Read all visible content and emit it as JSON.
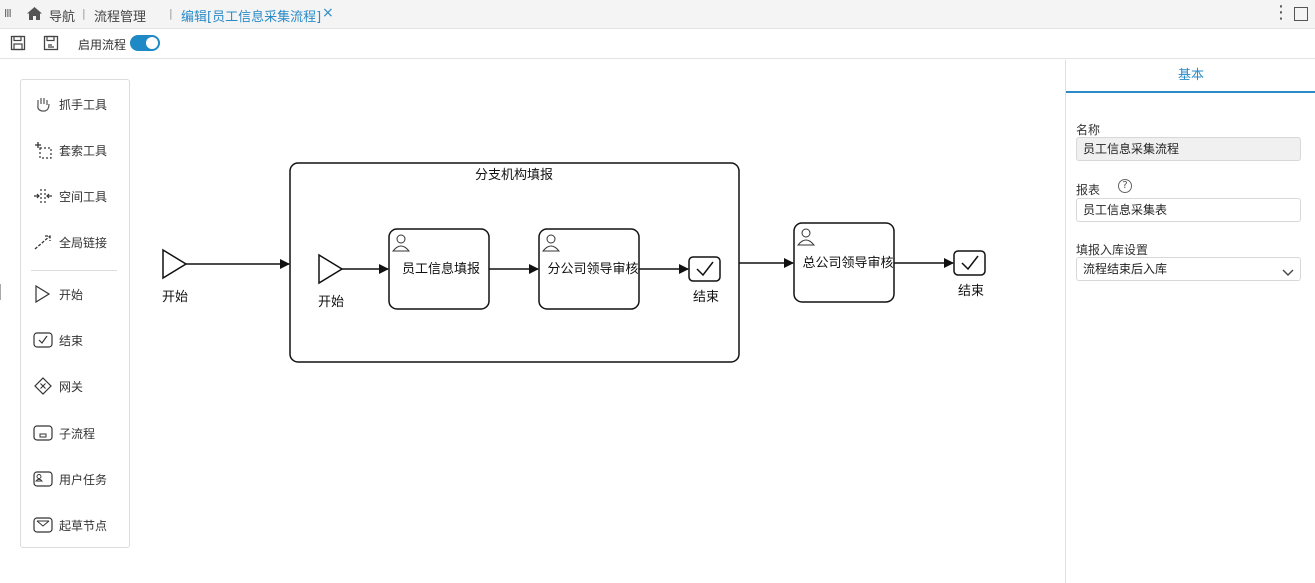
{
  "tabbar": {
    "nav_label": "导航",
    "tabs": [
      "流程管理",
      "编辑[员工信息采集流程]"
    ],
    "close_glyph": "×"
  },
  "toolbar": {
    "enable_label": "启用流程",
    "enabled": true
  },
  "palette": {
    "items": [
      {
        "label": "抓手工具",
        "icon": "hand-icon"
      },
      {
        "label": "套索工具",
        "icon": "lasso-icon"
      },
      {
        "label": "空间工具",
        "icon": "space-icon"
      },
      {
        "label": "全局链接",
        "icon": "link-icon"
      },
      {
        "label": "开始",
        "icon": "start-icon"
      },
      {
        "label": "结束",
        "icon": "end-icon"
      },
      {
        "label": "网关",
        "icon": "gateway-icon"
      },
      {
        "label": "子流程",
        "icon": "subprocess-icon"
      },
      {
        "label": "用户任务",
        "icon": "user-task-icon"
      },
      {
        "label": "起草节点",
        "icon": "draft-node-icon"
      }
    ]
  },
  "diagram": {
    "start_label": "开始",
    "subprocess_title": "分支机构填报",
    "sub_start_label": "开始",
    "task1": "员工信息填报",
    "task2": "分公司领导审核",
    "sub_end_label": "结束",
    "task3": "总公司领导审核",
    "end_label": "结束"
  },
  "panel": {
    "tab": "基本",
    "name_label": "名称",
    "name_value": "员工信息采集流程",
    "report_label": "报表",
    "report_value": "员工信息采集表",
    "store_label": "填报入库设置",
    "store_value": "流程结束后入库"
  },
  "colors": {
    "accent": "#2a8bc8",
    "toggle": "#1f89c6"
  }
}
